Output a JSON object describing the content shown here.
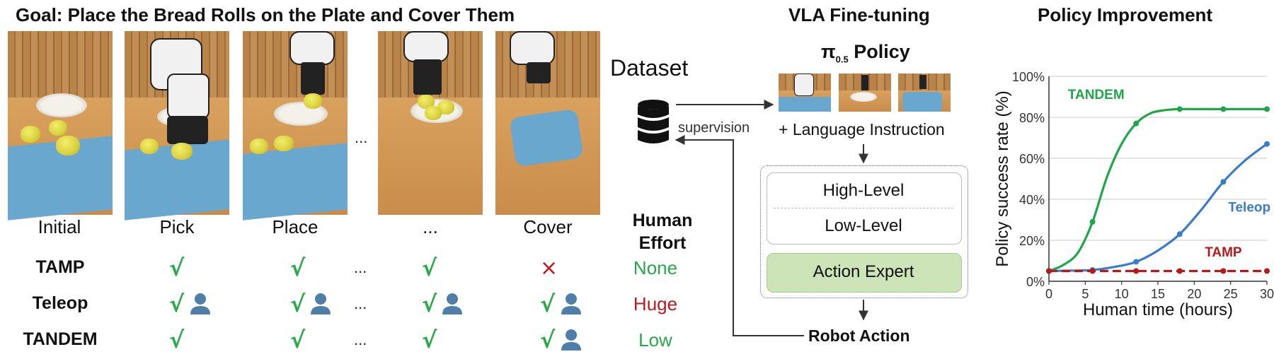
{
  "left": {
    "title": "Goal: Place the Bread Rolls on the Plate and Cover Them",
    "columns": [
      "Initial",
      "Pick",
      "Place",
      "...",
      "Cover"
    ],
    "ellipsis": "...",
    "rows": [
      {
        "label": "TAMP",
        "effort": "None",
        "effort_color": "#2aa84a"
      },
      {
        "label": "Teleop",
        "effort": "Huge",
        "effort_color": "#c0171c"
      },
      {
        "label": "TANDEM",
        "effort": "Low",
        "effort_color": "#2aa84a"
      }
    ],
    "effort_header_line1": "Human",
    "effort_header_line2": "Effort",
    "check_symbol": "√",
    "cross_symbol": "×"
  },
  "middle": {
    "title": "VLA Fine-tuning",
    "dataset_label": "Dataset",
    "policy_label_prefix": "π",
    "policy_label_sub": "0.5",
    "policy_label_suffix": " Policy",
    "supervision_label": "supervision",
    "language_instruction": "+ Language Instruction",
    "high_level": "High-Level",
    "low_level": "Low-Level",
    "action_expert": "Action Expert",
    "robot_action": "Robot Action",
    "icons": [
      "database-icon",
      "person-icon"
    ]
  },
  "chart_data": {
    "type": "line",
    "title": "Policy Improvement",
    "xlabel": "Human time (hours)",
    "ylabel": "Policy success rate (%)",
    "xlim": [
      0,
      30
    ],
    "ylim": [
      0,
      100
    ],
    "xticks": [
      0,
      5,
      10,
      15,
      20,
      25,
      30
    ],
    "yticks": [
      0,
      20,
      40,
      60,
      80,
      100
    ],
    "ytick_labels": [
      "0%",
      "20%",
      "40%",
      "60%",
      "80%",
      "100%"
    ],
    "grid": "horizontal",
    "series": [
      {
        "name": "TANDEM",
        "color": "#1fa64a",
        "linestyle": "solid",
        "x": [
          0,
          6,
          12,
          18,
          24,
          30
        ],
        "y": [
          5,
          29,
          77,
          84,
          84,
          84
        ],
        "curve_x": [
          0,
          2,
          4,
          6,
          8,
          10,
          12,
          14,
          16,
          18,
          21,
          24,
          27,
          30
        ],
        "curve_y": [
          5,
          8,
          14,
          29,
          51,
          67,
          77,
          82,
          83.5,
          84,
          84,
          84,
          84,
          84
        ]
      },
      {
        "name": "Teleop",
        "color": "#3a7cc8",
        "linestyle": "solid",
        "x": [
          0,
          6,
          12,
          18,
          24,
          30
        ],
        "y": [
          5,
          5.5,
          9.5,
          23,
          48.5,
          67
        ],
        "curve_x": [
          0,
          3,
          6,
          9,
          12,
          15,
          18,
          21,
          24,
          27,
          30
        ],
        "curve_y": [
          5,
          5.2,
          5.5,
          7,
          9.5,
          15,
          23,
          35,
          48.5,
          59,
          67
        ]
      },
      {
        "name": "TAMP",
        "color": "#b31b1b",
        "linestyle": "dashed",
        "x": [
          0,
          6,
          12,
          18,
          24,
          30
        ],
        "y": [
          5,
          5,
          5,
          5,
          5,
          5
        ],
        "curve_x": [
          0,
          30
        ],
        "curve_y": [
          5,
          5
        ]
      }
    ]
  }
}
